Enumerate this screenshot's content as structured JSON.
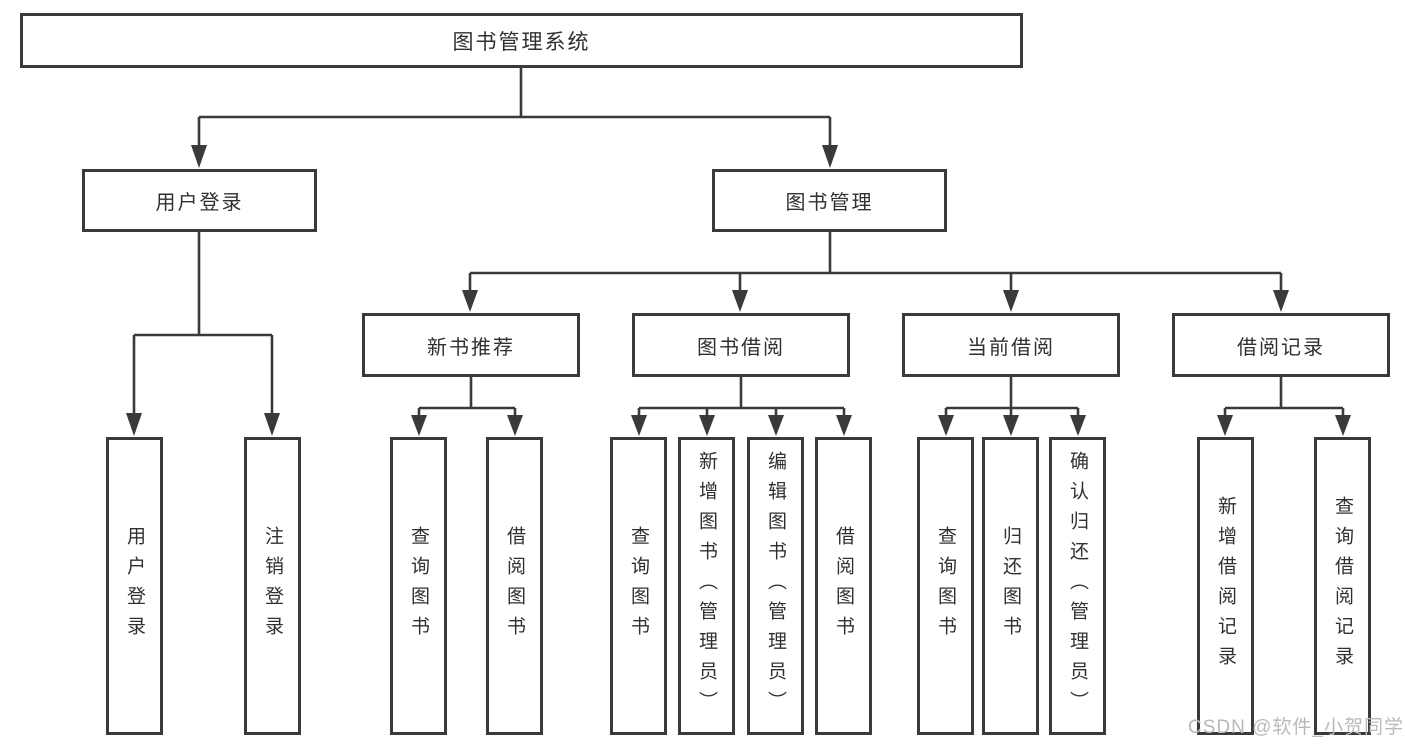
{
  "diagram": {
    "root": {
      "label": "图书管理系统"
    },
    "branches": [
      {
        "label": "用户登录",
        "leaves": [
          {
            "label": "用户登录"
          },
          {
            "label": "注销登录"
          }
        ]
      },
      {
        "label": "图书管理",
        "groups": [
          {
            "label": "新书推荐",
            "leaves": [
              {
                "label": "查询图书"
              },
              {
                "label": "借阅图书"
              }
            ]
          },
          {
            "label": "图书借阅",
            "leaves": [
              {
                "label": "查询图书"
              },
              {
                "label": "新增图书（管理员）"
              },
              {
                "label": "编辑图书（管理员）"
              },
              {
                "label": "借阅图书"
              }
            ]
          },
          {
            "label": "当前借阅",
            "leaves": [
              {
                "label": "查询图书"
              },
              {
                "label": "归还图书"
              },
              {
                "label": "确认归还（管理员）"
              }
            ]
          },
          {
            "label": "借阅记录",
            "leaves": [
              {
                "label": "新增借阅记录"
              },
              {
                "label": "查询借阅记录"
              }
            ]
          }
        ]
      }
    ]
  },
  "watermark": {
    "text": "CSDN @软件_小贺同学"
  },
  "colors": {
    "line": "#3a3a3a",
    "text": "#303030",
    "background": "#ffffff",
    "watermark": "#b9b9b9"
  }
}
